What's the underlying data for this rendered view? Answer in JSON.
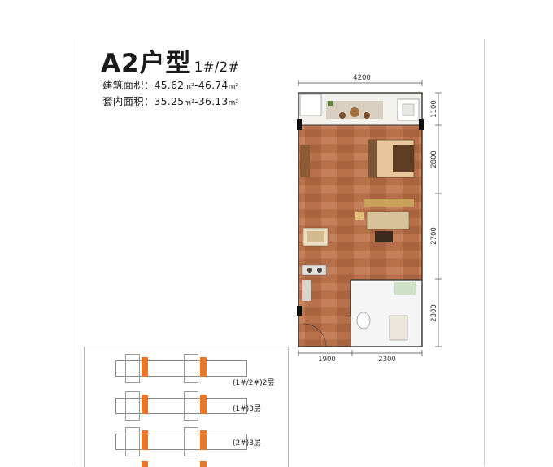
{
  "header": {
    "title": "A2户型",
    "title_sub": "1#/2#",
    "build_label": "建筑面积：45.62",
    "build_unit": "m²",
    "build_range_end": "-46.74",
    "inner_label": "套内面积：35.25",
    "inner_unit": "m²",
    "inner_range_end": "-36.13"
  },
  "plan": {
    "dim_top": "4200",
    "dim_right": [
      "1100",
      "2800",
      "2700",
      "2300"
    ],
    "dim_bottom": [
      "1900",
      "2300"
    ]
  },
  "keyplan": {
    "labels": [
      "(1#/2#)2层",
      "(1#)3层",
      "(2#)3层"
    ]
  },
  "colors": {
    "floor_wood": "#b8704a",
    "unit_highlight": "#e8772a",
    "wall": "#333333"
  }
}
